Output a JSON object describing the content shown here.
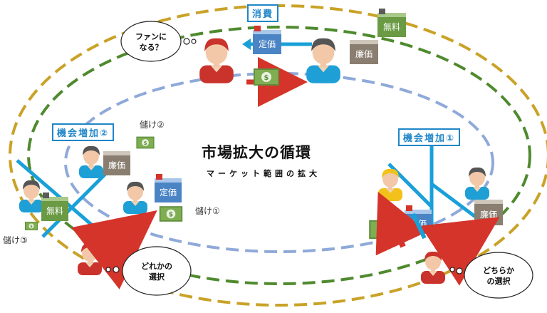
{
  "labels": {
    "consumption": "消費",
    "opportunity1": "機会増加①",
    "opportunity2": "機会増加②",
    "title": "市場拡大の循環",
    "subtitle": "マーケット範囲の拡大",
    "profit1": "儲け①",
    "profit2": "儲け②",
    "profit3": "儲け③"
  },
  "clouds": {
    "fan_line1": "ファンに",
    "fan_line2": "なる？",
    "either_line1": "どれかの",
    "either_line2": "選択",
    "which_line1": "どちらか",
    "which_line2": "の選択"
  },
  "books": {
    "regular": "定価",
    "cheap": "廉価",
    "free": "無料"
  },
  "colors": {
    "outer_ring": "#c9a227",
    "middle_ring": "#4f8a2e",
    "inner_ring": "#8fa9d9",
    "blue_line": "#1aa0d8",
    "red_arrow": "#d4342a",
    "accent_box": "#1f86c8"
  }
}
